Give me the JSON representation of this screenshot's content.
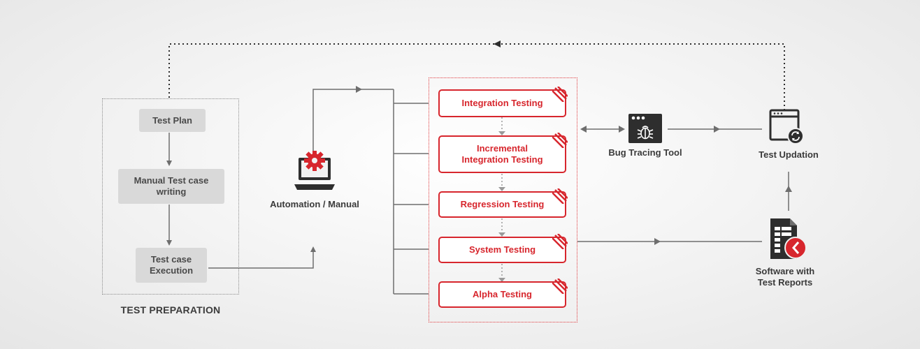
{
  "test_preparation": {
    "label": "TEST PREPARATION",
    "steps": [
      "Test Plan",
      "Manual Test case writing",
      "Test case Execution"
    ]
  },
  "automation": {
    "label": "Automation / Manual",
    "icon": "laptop-gear-icon"
  },
  "stages": [
    "Integration Testing",
    "Incremental Integration Testing",
    "Regression Testing",
    "System Testing",
    "Alpha Testing"
  ],
  "bug_tool": {
    "label": "Bug Tracing Tool",
    "icon": "bug-window-icon"
  },
  "test_updation": {
    "label": "Test Updation",
    "icon": "refresh-window-icon"
  },
  "software_reports": {
    "label_line1": "Software with",
    "label_line2": "Test Reports",
    "icon": "report-document-icon"
  },
  "colors": {
    "accent": "#d7262d",
    "line": "#6e6e6e",
    "box": "#d9d9d9",
    "text": "#3a3a3a"
  }
}
